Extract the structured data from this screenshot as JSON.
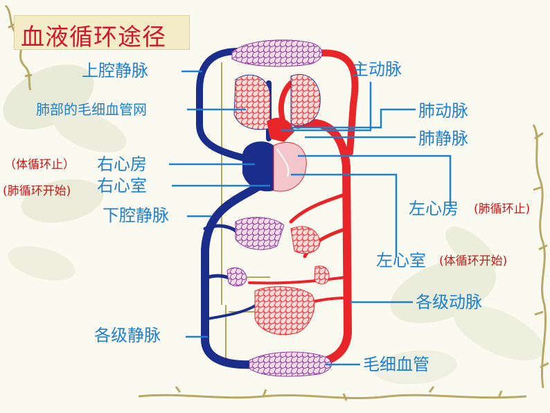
{
  "title": "血液循环途径",
  "labels": {
    "superior_vena_cava": "上腔静脉",
    "lung_capillaries": "肺部的毛细血管网",
    "right_atrium": "右心房",
    "right_atrium_note": "（体循环止）",
    "right_ventricle": "右心室",
    "right_ventricle_note": "(肺循环开始)",
    "inferior_vena_cava": "下腔静脉",
    "veins": "各级静脉",
    "aorta": "主动脉",
    "pulmonary_artery": "肺动脉",
    "pulmonary_vein": "肺静脉",
    "left_atrium": "左心房",
    "left_atrium_note": "(肺循环止)",
    "left_ventricle": "左心室",
    "left_ventricle_note": "(体循环开始)",
    "arteries": "各级动脉",
    "capillaries": "毛细血管"
  },
  "colors": {
    "title": "#d0182a",
    "label": "#1e7fd0",
    "note": "#cc1515",
    "artery": "#e8262a",
    "vein": "#1b2d8a",
    "nerve": "#b5a55a"
  }
}
